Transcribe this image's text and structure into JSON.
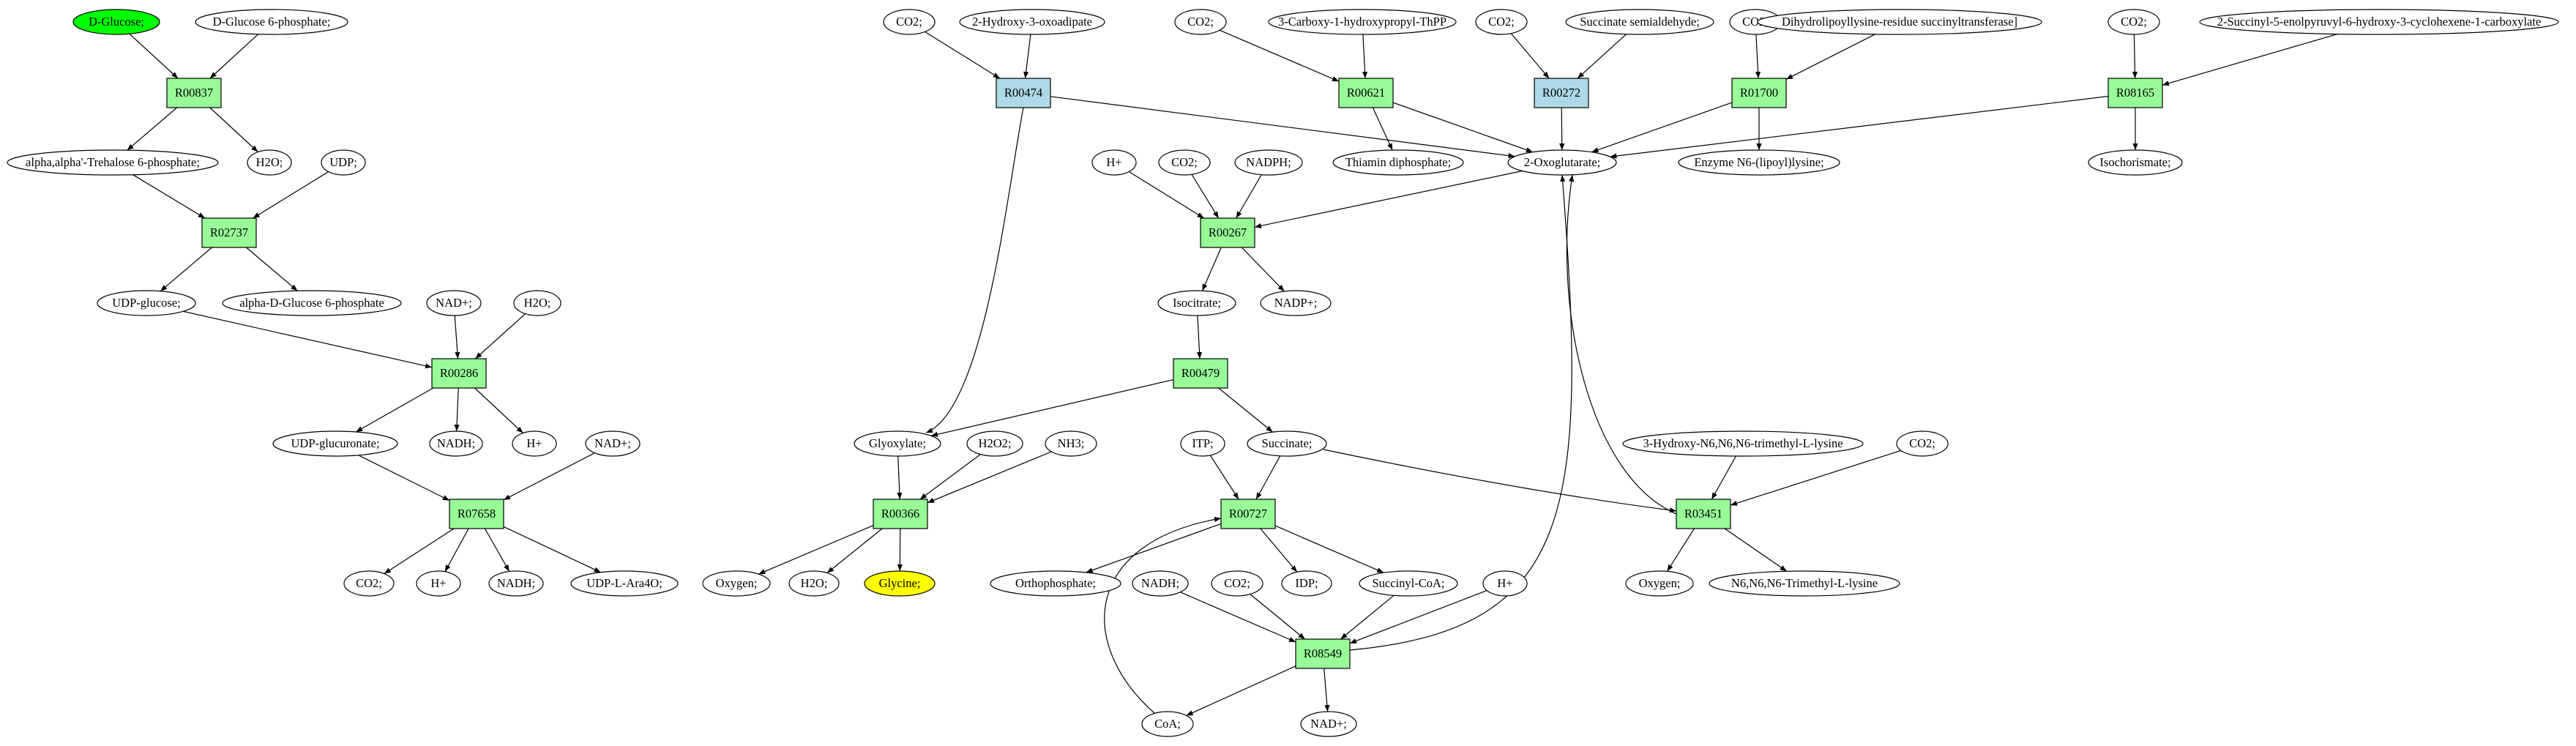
{
  "colors": {
    "reaction_green": "#98fb98",
    "reaction_blue": "#add8e6",
    "start_node": "#00ff00",
    "target_node": "#ffff00",
    "default_node": "#ffffff",
    "stroke": "#000000"
  },
  "nodes": {
    "d_glucose": {
      "label": "D-Glucose;",
      "kind": "compound",
      "fill": "#00ff00"
    },
    "d_glucose_6p": {
      "label": "D-Glucose 6-phosphate;",
      "kind": "compound"
    },
    "r00837": {
      "label": "R00837",
      "kind": "reaction",
      "fill": "#98fb98"
    },
    "trehalose_6p": {
      "label": "alpha,alpha'-Trehalose 6-phosphate;",
      "kind": "compound"
    },
    "h2o_1": {
      "label": "H2O;",
      "kind": "compound"
    },
    "udp": {
      "label": "UDP;",
      "kind": "compound"
    },
    "r02737": {
      "label": "R02737",
      "kind": "reaction",
      "fill": "#98fb98"
    },
    "udp_glucose": {
      "label": "UDP-glucose;",
      "kind": "compound"
    },
    "alpha_d_glucose_6p": {
      "label": "alpha-D-Glucose 6-phosphate",
      "kind": "compound"
    },
    "nadp_plus_1": {
      "label": "NAD+;",
      "kind": "compound"
    },
    "h2o_2": {
      "label": "H2O;",
      "kind": "compound"
    },
    "r00286": {
      "label": "R00286",
      "kind": "reaction",
      "fill": "#98fb98"
    },
    "udp_glucuronate": {
      "label": "UDP-glucuronate;",
      "kind": "compound"
    },
    "nadh_1": {
      "label": "NADH;",
      "kind": "compound"
    },
    "hplus_1": {
      "label": "H+",
      "kind": "compound"
    },
    "nad_plus_2": {
      "label": "NAD+;",
      "kind": "compound"
    },
    "r07658": {
      "label": "R07658",
      "kind": "reaction",
      "fill": "#98fb98"
    },
    "co2_1": {
      "label": "CO2;",
      "kind": "compound"
    },
    "hplus_2": {
      "label": "H+",
      "kind": "compound"
    },
    "nadh_2": {
      "label": "NADH;",
      "kind": "compound"
    },
    "udp_l_ara4o": {
      "label": "UDP-L-Ara4O;",
      "kind": "compound"
    },
    "co2_2": {
      "label": "CO2;",
      "kind": "compound"
    },
    "hydroxy_oxoadipate": {
      "label": "2-Hydroxy-3-oxoadipate",
      "kind": "compound"
    },
    "r00474": {
      "label": "R00474",
      "kind": "reaction",
      "fill": "#add8e6"
    },
    "co2_3": {
      "label": "CO2;",
      "kind": "compound"
    },
    "carboxy_thpp": {
      "label": "3-Carboxy-1-hydroxypropyl-ThPP",
      "kind": "compound"
    },
    "r00621": {
      "label": "R00621",
      "kind": "reaction",
      "fill": "#98fb98"
    },
    "thiamin_dp": {
      "label": "Thiamin diphosphate;",
      "kind": "compound"
    },
    "co2_4": {
      "label": "CO2;",
      "kind": "compound"
    },
    "succ_semialdehyde": {
      "label": "Succinate semialdehyde;",
      "kind": "compound"
    },
    "r00272": {
      "label": "R00272",
      "kind": "reaction",
      "fill": "#add8e6"
    },
    "co2_5": {
      "label": "CO2;",
      "kind": "compound"
    },
    "dihydrolipoyllysine": {
      "label": "Dihydrolipoyllysine-residue succinyltransferase]",
      "kind": "compound"
    },
    "r01700": {
      "label": "R01700",
      "kind": "reaction",
      "fill": "#98fb98"
    },
    "enzyme_lipoyl": {
      "label": "Enzyme N6-(lipoyl)lysine;",
      "kind": "compound"
    },
    "co2_6": {
      "label": "CO2;",
      "kind": "compound"
    },
    "succinyl_enolpyruvyl": {
      "label": "2-Succinyl-5-enolpyruvyl-6-hydroxy-3-cyclohexene-1-carboxylate",
      "kind": "compound"
    },
    "r08165": {
      "label": "R08165",
      "kind": "reaction",
      "fill": "#98fb98"
    },
    "isochorismate": {
      "label": "Isochorismate;",
      "kind": "compound"
    },
    "oxoglutarate": {
      "label": "2-Oxoglutarate;",
      "kind": "compound"
    },
    "hplus_3": {
      "label": "H+",
      "kind": "compound"
    },
    "co2_7": {
      "label": "CO2;",
      "kind": "compound"
    },
    "nadph": {
      "label": "NADPH;",
      "kind": "compound"
    },
    "r00267": {
      "label": "R00267",
      "kind": "reaction",
      "fill": "#98fb98"
    },
    "isocitrate": {
      "label": "Isocitrate;",
      "kind": "compound"
    },
    "nadp_plus": {
      "label": "NADP+;",
      "kind": "compound"
    },
    "r00479": {
      "label": "R00479",
      "kind": "reaction",
      "fill": "#98fb98"
    },
    "glyoxylate": {
      "label": "Glyoxylate;",
      "kind": "compound"
    },
    "succinate": {
      "label": "Succinate;",
      "kind": "compound"
    },
    "h2o2": {
      "label": "H2O2;",
      "kind": "compound"
    },
    "nh3": {
      "label": "NH3;",
      "kind": "compound"
    },
    "r00366": {
      "label": "R00366",
      "kind": "reaction",
      "fill": "#98fb98"
    },
    "oxygen_1": {
      "label": "Oxygen;",
      "kind": "compound"
    },
    "h2o_3": {
      "label": "H2O;",
      "kind": "compound"
    },
    "glycine": {
      "label": "Glycine;",
      "kind": "compound",
      "fill": "#ffff00"
    },
    "itp": {
      "label": "ITP;",
      "kind": "compound"
    },
    "r00727": {
      "label": "R00727",
      "kind": "reaction",
      "fill": "#98fb98"
    },
    "orthophosphate": {
      "label": "Orthophosphate;",
      "kind": "compound"
    },
    "idp": {
      "label": "IDP;",
      "kind": "compound"
    },
    "succinyl_coa": {
      "label": "Succinyl-CoA;",
      "kind": "compound"
    },
    "nadh_3": {
      "label": "NADH;",
      "kind": "compound"
    },
    "co2_8": {
      "label": "CO2;",
      "kind": "compound"
    },
    "hplus_4": {
      "label": "H+",
      "kind": "compound"
    },
    "r08549": {
      "label": "R08549",
      "kind": "reaction",
      "fill": "#98fb98"
    },
    "coa": {
      "label": "CoA;",
      "kind": "compound"
    },
    "nad_plus_3": {
      "label": "NAD+;",
      "kind": "compound"
    },
    "trimethyl_hydroxy": {
      "label": "3-Hydroxy-N6,N6,N6-trimethyl-L-lysine",
      "kind": "compound"
    },
    "co2_9": {
      "label": "CO2;",
      "kind": "compound"
    },
    "r03451": {
      "label": "R03451",
      "kind": "reaction",
      "fill": "#98fb98"
    },
    "oxygen_2": {
      "label": "Oxygen;",
      "kind": "compound"
    },
    "trimethyl_lysine": {
      "label": "N6,N6,N6-Trimethyl-L-lysine",
      "kind": "compound"
    }
  },
  "edges": [
    [
      "d_glucose",
      "r00837"
    ],
    [
      "d_glucose_6p",
      "r00837"
    ],
    [
      "r00837",
      "trehalose_6p"
    ],
    [
      "r00837",
      "h2o_1"
    ],
    [
      "trehalose_6p",
      "r02737"
    ],
    [
      "udp",
      "r02737"
    ],
    [
      "r02737",
      "udp_glucose"
    ],
    [
      "r02737",
      "alpha_d_glucose_6p"
    ],
    [
      "udp_glucose",
      "r00286"
    ],
    [
      "nadp_plus_1",
      "r00286"
    ],
    [
      "h2o_2",
      "r00286"
    ],
    [
      "r00286",
      "udp_glucuronate"
    ],
    [
      "r00286",
      "nadh_1"
    ],
    [
      "r00286",
      "hplus_1"
    ],
    [
      "udp_glucuronate",
      "r07658"
    ],
    [
      "nad_plus_2",
      "r07658"
    ],
    [
      "r07658",
      "co2_1"
    ],
    [
      "r07658",
      "hplus_2"
    ],
    [
      "r07658",
      "nadh_2"
    ],
    [
      "r07658",
      "udp_l_ara4o"
    ],
    [
      "co2_2",
      "r00474"
    ],
    [
      "hydroxy_oxoadipate",
      "r00474"
    ],
    [
      "r00474",
      "oxoglutarate"
    ],
    [
      "r00474",
      "glyoxylate"
    ],
    [
      "co2_3",
      "r00621"
    ],
    [
      "carboxy_thpp",
      "r00621"
    ],
    [
      "r00621",
      "thiamin_dp"
    ],
    [
      "r00621",
      "oxoglutarate"
    ],
    [
      "co2_4",
      "r00272"
    ],
    [
      "succ_semialdehyde",
      "r00272"
    ],
    [
      "r00272",
      "oxoglutarate"
    ],
    [
      "co2_5",
      "r01700"
    ],
    [
      "dihydrolipoyllysine",
      "r01700"
    ],
    [
      "r01700",
      "oxoglutarate"
    ],
    [
      "r01700",
      "enzyme_lipoyl"
    ],
    [
      "co2_6",
      "r08165"
    ],
    [
      "succinyl_enolpyruvyl",
      "r08165"
    ],
    [
      "r08165",
      "oxoglutarate"
    ],
    [
      "r08165",
      "isochorismate"
    ],
    [
      "hplus_3",
      "r00267"
    ],
    [
      "co2_7",
      "r00267"
    ],
    [
      "nadph",
      "r00267"
    ],
    [
      "oxoglutarate",
      "r00267"
    ],
    [
      "r00267",
      "isocitrate"
    ],
    [
      "r00267",
      "nadp_plus"
    ],
    [
      "isocitrate",
      "r00479"
    ],
    [
      "r00479",
      "glyoxylate"
    ],
    [
      "r00479",
      "succinate"
    ],
    [
      "glyoxylate",
      "r00366"
    ],
    [
      "h2o2",
      "r00366"
    ],
    [
      "nh3",
      "r00366"
    ],
    [
      "r00366",
      "oxygen_1"
    ],
    [
      "r00366",
      "h2o_3"
    ],
    [
      "r00366",
      "glycine"
    ],
    [
      "itp",
      "r00727"
    ],
    [
      "succinate",
      "r00727"
    ],
    [
      "coa",
      "r00727"
    ],
    [
      "r00727",
      "orthophosphate"
    ],
    [
      "r00727",
      "idp"
    ],
    [
      "r00727",
      "succinyl_coa"
    ],
    [
      "nadh_3",
      "r08549"
    ],
    [
      "co2_8",
      "r08549"
    ],
    [
      "succinyl_coa",
      "r08549"
    ],
    [
      "hplus_4",
      "r08549"
    ],
    [
      "r08549",
      "coa"
    ],
    [
      "r08549",
      "nad_plus_3"
    ],
    [
      "r08549",
      "oxoglutarate"
    ],
    [
      "succinate",
      "r03451"
    ],
    [
      "trimethyl_hydroxy",
      "r03451"
    ],
    [
      "co2_9",
      "r03451"
    ],
    [
      "r03451",
      "oxygen_2"
    ],
    [
      "r03451",
      "trimethyl_lysine"
    ],
    [
      "r03451",
      "oxoglutarate"
    ]
  ]
}
